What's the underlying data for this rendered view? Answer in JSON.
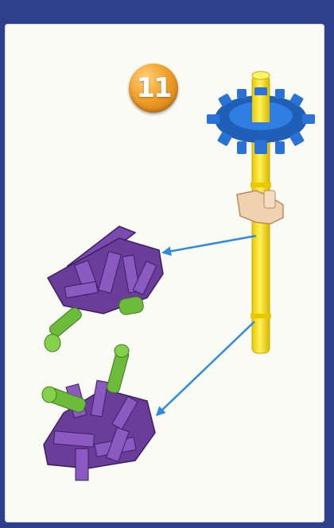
{
  "step": {
    "number": "11"
  },
  "colors": {
    "frame": "#2e3f8c",
    "panel": "#fbfbf6",
    "badge": "#f0a02a",
    "rod": "#f7e21b",
    "gear": "#1f5fb8",
    "connector": "#f1d2b0",
    "purple_parts": "#6a3d9a",
    "green_rods": "#6dbb3a",
    "arrow": "#2c8be0"
  },
  "icons": [
    "step-number-badge",
    "yellow-rod",
    "blue-gear",
    "tan-connector",
    "purple-piece",
    "green-rod",
    "arrow"
  ]
}
